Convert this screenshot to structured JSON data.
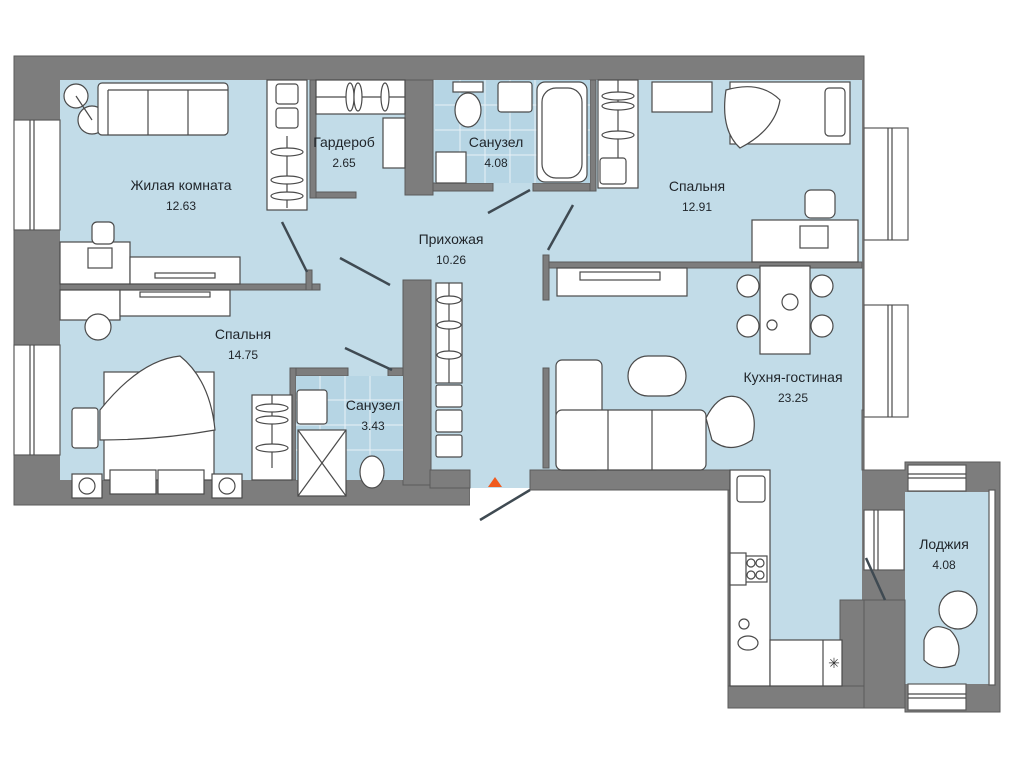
{
  "plan": {
    "type": "apartment-floor-plan",
    "area_unit": "m²",
    "colors": {
      "floor": "#c2dce8",
      "wall": "#7d7d7d",
      "furniture": "#ffffff",
      "entrance_marker": "#f05a1e",
      "text": "#1f2429"
    },
    "rooms": [
      {
        "id": "living-room",
        "name": "Жилая комната",
        "area": "12.63"
      },
      {
        "id": "wardrobe",
        "name": "Гардероб",
        "area": "2.65"
      },
      {
        "id": "bathroom-1",
        "name": "Санузел",
        "area": "4.08"
      },
      {
        "id": "bedroom-1",
        "name": "Спальня",
        "area": "12.91"
      },
      {
        "id": "hallway",
        "name": "Прихожая",
        "area": "10.26"
      },
      {
        "id": "bedroom-2",
        "name": "Спальня",
        "area": "14.75"
      },
      {
        "id": "bathroom-2",
        "name": "Санузел",
        "area": "3.43"
      },
      {
        "id": "kitchen-living",
        "name": "Кухня-гостиная",
        "area": "23.25"
      },
      {
        "id": "loggia",
        "name": "Лоджия",
        "area": "4.08"
      }
    ],
    "entrance": {
      "icon": "entrance-triangle-icon"
    }
  }
}
